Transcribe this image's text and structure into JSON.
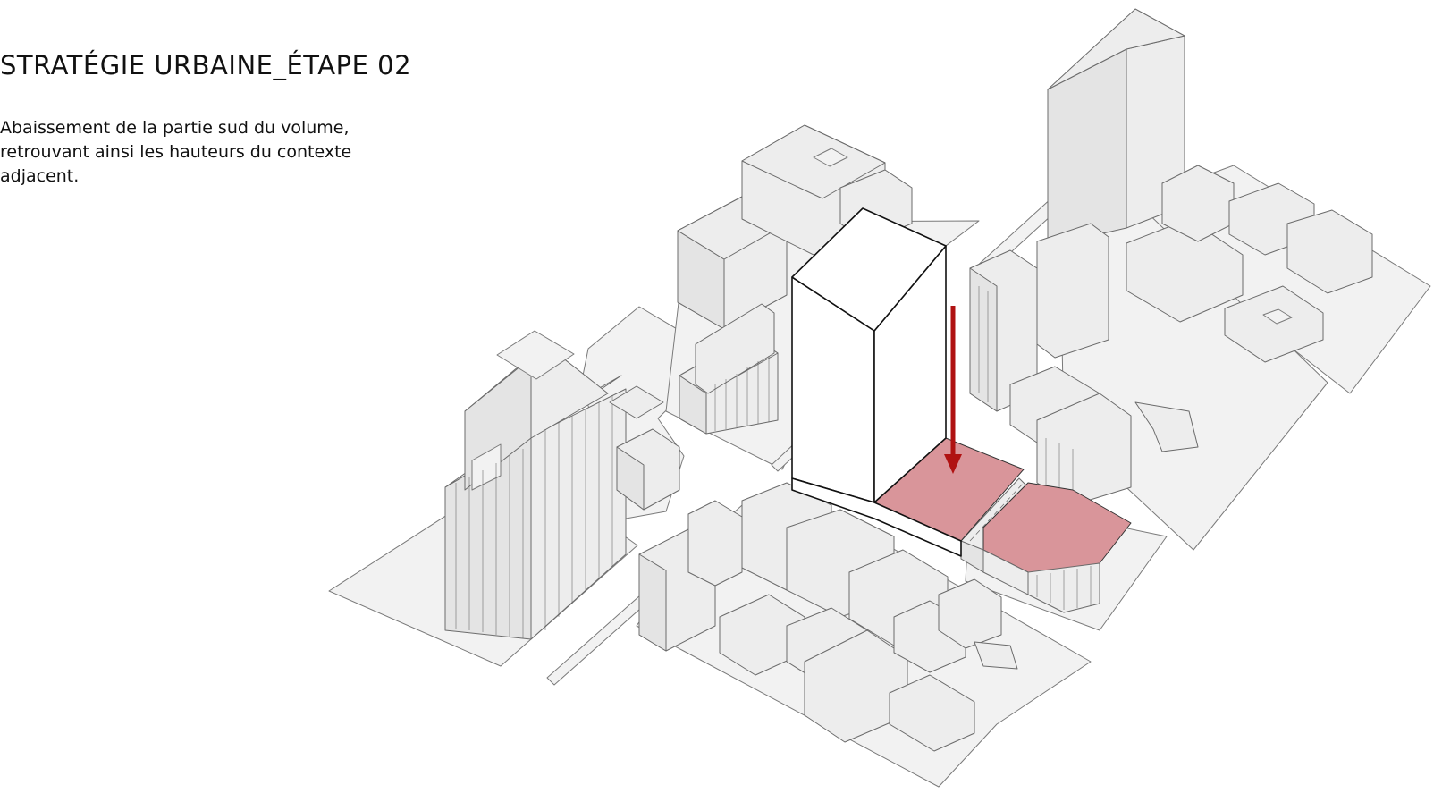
{
  "header": {
    "title": "STRATÉGIE URBAINE_ÉTAPE 02",
    "caption_lines": [
      "Abaissement de la partie sud du volume,",
      "retrouvant ainsi les hauteurs du contexte",
      "adjacent."
    ]
  },
  "colors": {
    "highlight": "#d9959a",
    "arrow": "#b01212",
    "context": "#ededed"
  }
}
